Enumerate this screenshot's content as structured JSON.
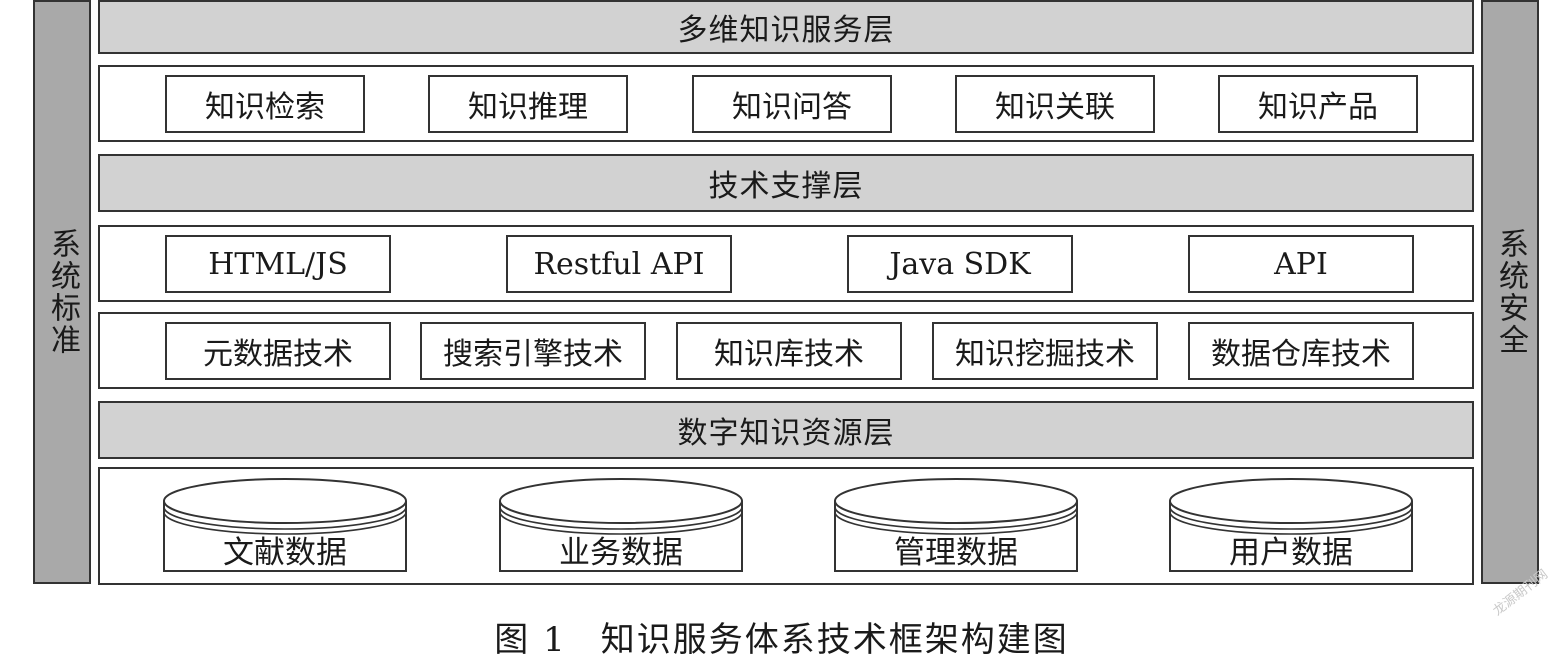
{
  "sides": {
    "left": "系统标准",
    "right": "系统安全"
  },
  "layers": {
    "service": "多维知识服务层",
    "tech": "技术支撑层",
    "resource": "数字知识资源层"
  },
  "service_items": [
    "知识检索",
    "知识推理",
    "知识问答",
    "知识关联",
    "知识产品"
  ],
  "interface_items": [
    "HTML/JS",
    "Restful API",
    "Java SDK",
    "API"
  ],
  "tech_items": [
    "元数据技术",
    "搜索引擎技术",
    "知识库技术",
    "知识挖掘技术",
    "数据仓库技术"
  ],
  "data_sources": [
    "文献数据",
    "业务数据",
    "管理数据",
    "用户数据"
  ],
  "caption": {
    "number": "图 1",
    "title": "知识服务体系技术框架构建图"
  },
  "watermark": "龙源期刊网",
  "colors": {
    "side_fill": "#a9a9a9",
    "layer_fill": "#d2d2d2",
    "stroke": "#333333"
  }
}
